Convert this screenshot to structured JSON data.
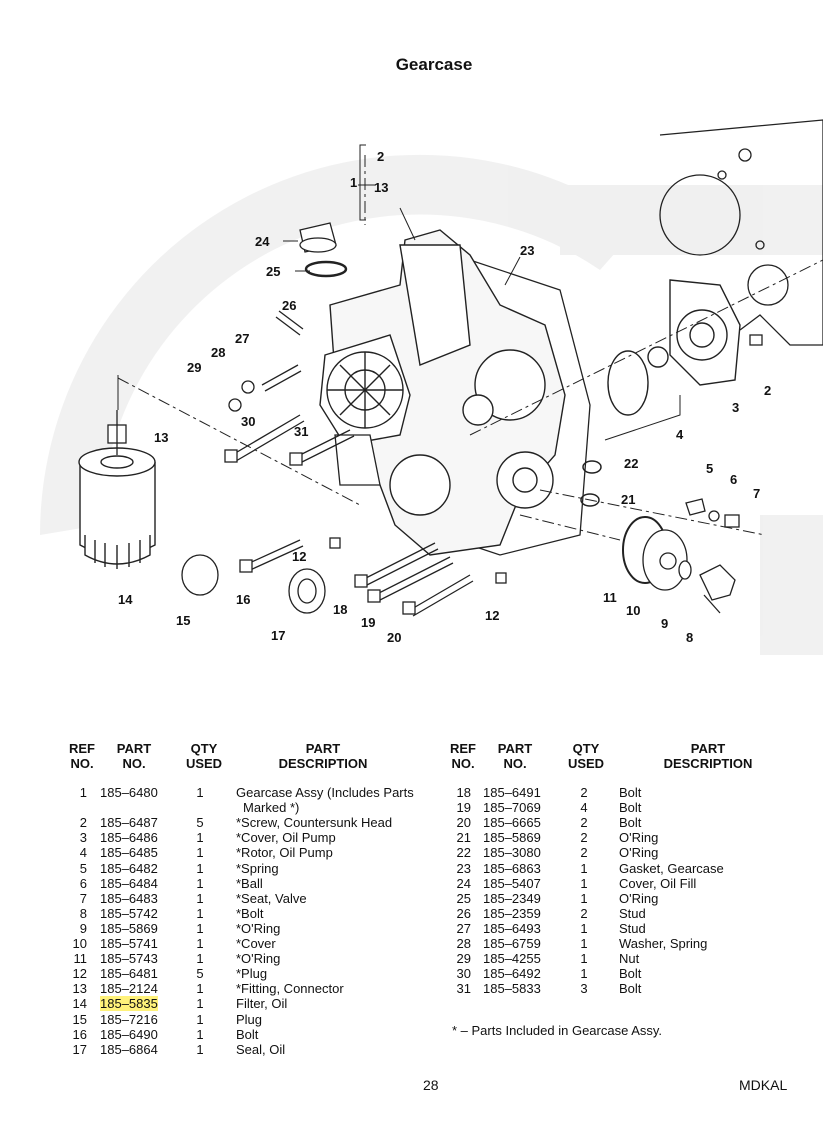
{
  "title": "Gearcase",
  "callouts": [
    "1",
    "2",
    "13",
    "2",
    "3",
    "4",
    "5",
    "6",
    "7",
    "8",
    "9",
    "10",
    "11",
    "12",
    "12",
    "13",
    "14",
    "15",
    "16",
    "17",
    "18",
    "19",
    "20",
    "21",
    "22",
    "23",
    "24",
    "25",
    "26",
    "27",
    "28",
    "29",
    "30",
    "31"
  ],
  "headers": {
    "ref": [
      "REF",
      "NO."
    ],
    "part": [
      "PART",
      "NO."
    ],
    "qty": [
      "QTY",
      "USED"
    ],
    "desc": [
      "PART",
      "DESCRIPTION"
    ]
  },
  "parts_left": [
    {
      "ref": "1",
      "part": "185–6480",
      "qty": "1",
      "desc": "Gearcase Assy (Includes Parts",
      "desc2": "Marked *)"
    },
    {
      "ref": "2",
      "part": "185–6487",
      "qty": "5",
      "desc": "*Screw, Countersunk Head"
    },
    {
      "ref": "3",
      "part": "185–6486",
      "qty": "1",
      "desc": "*Cover, Oil Pump"
    },
    {
      "ref": "4",
      "part": "185–6485",
      "qty": "1",
      "desc": "*Rotor, Oil Pump"
    },
    {
      "ref": "5",
      "part": "185–6482",
      "qty": "1",
      "desc": "*Spring"
    },
    {
      "ref": "6",
      "part": "185–6484",
      "qty": "1",
      "desc": "*Ball"
    },
    {
      "ref": "7",
      "part": "185–6483",
      "qty": "1",
      "desc": "*Seat, Valve"
    },
    {
      "ref": "8",
      "part": "185–5742",
      "qty": "1",
      "desc": "*Bolt"
    },
    {
      "ref": "9",
      "part": "185–5869",
      "qty": "1",
      "desc": "*O'Ring"
    },
    {
      "ref": "10",
      "part": "185–5741",
      "qty": "1",
      "desc": "*Cover"
    },
    {
      "ref": "11",
      "part": "185–5743",
      "qty": "1",
      "desc": "*O'Ring"
    },
    {
      "ref": "12",
      "part": "185–6481",
      "qty": "5",
      "desc": "*Plug"
    },
    {
      "ref": "13",
      "part": "185–2124",
      "qty": "1",
      "desc": "*Fitting, Connector"
    },
    {
      "ref": "14",
      "part": "185–5835",
      "qty": "1",
      "desc": "Filter, Oil"
    },
    {
      "ref": "15",
      "part": "185–7216",
      "qty": "1",
      "desc": "Plug"
    },
    {
      "ref": "16",
      "part": "185–6490",
      "qty": "1",
      "desc": "Bolt"
    },
    {
      "ref": "17",
      "part": "185–6864",
      "qty": "1",
      "desc": "Seal, Oil"
    }
  ],
  "parts_right": [
    {
      "ref": "18",
      "part": "185–6491",
      "qty": "2",
      "desc": "Bolt"
    },
    {
      "ref": "19",
      "part": "185–7069",
      "qty": "4",
      "desc": "Bolt"
    },
    {
      "ref": "20",
      "part": "185–6665",
      "qty": "2",
      "desc": "Bolt"
    },
    {
      "ref": "21",
      "part": "185–5869",
      "qty": "2",
      "desc": "O'Ring"
    },
    {
      "ref": "22",
      "part": "185–3080",
      "qty": "2",
      "desc": "O'Ring"
    },
    {
      "ref": "23",
      "part": "185–6863",
      "qty": "1",
      "desc": "Gasket, Gearcase"
    },
    {
      "ref": "24",
      "part": "185–5407",
      "qty": "1",
      "desc": "Cover, Oil Fill"
    },
    {
      "ref": "25",
      "part": "185–2349",
      "qty": "1",
      "desc": "O'Ring"
    },
    {
      "ref": "26",
      "part": "185–2359",
      "qty": "2",
      "desc": "Stud"
    },
    {
      "ref": "27",
      "part": "185–6493",
      "qty": "1",
      "desc": "Stud"
    },
    {
      "ref": "28",
      "part": "185–6759",
      "qty": "1",
      "desc": "Washer, Spring"
    },
    {
      "ref": "29",
      "part": "185–4255",
      "qty": "1",
      "desc": "Nut"
    },
    {
      "ref": "30",
      "part": "185–6492",
      "qty": "1",
      "desc": "Bolt"
    },
    {
      "ref": "31",
      "part": "185–5833",
      "qty": "3",
      "desc": "Bolt"
    }
  ],
  "highlighted_part": "185–5835",
  "footnote": "*  –  Parts Included in Gearcase Assy.",
  "page_number": "28",
  "doc_code": "MDKAL",
  "colors": {
    "highlight": "#fff27a",
    "watermark": "#eeeeee",
    "line": "#222222"
  }
}
